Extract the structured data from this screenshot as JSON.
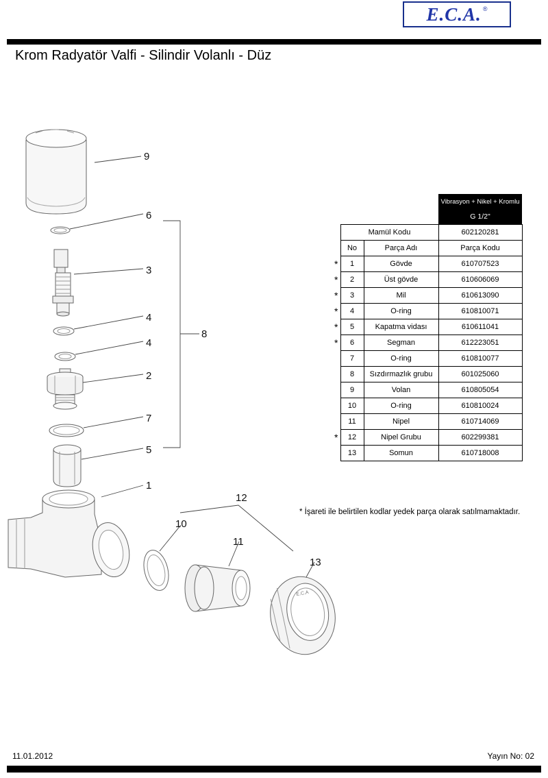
{
  "header": {
    "logo_text": "E.C.A.",
    "logo_reg": "®",
    "title": "Krom Radyatör Valfi - Silindir Volanlı - Düz"
  },
  "table": {
    "variant_header": "Vibrasyon + Nikel + Kromlu",
    "size_header": "G 1/2\"",
    "product_code_label": "Mamül Kodu",
    "product_code_value": "602120281",
    "columns": {
      "no": "No",
      "name": "Parça Adı",
      "code": "Parça Kodu"
    },
    "rows": [
      {
        "star": "*",
        "no": "1",
        "name": "Gövde",
        "code": "610707523"
      },
      {
        "star": "*",
        "no": "2",
        "name": "Üst gövde",
        "code": "610606069"
      },
      {
        "star": "*",
        "no": "3",
        "name": "Mil",
        "code": "610613090"
      },
      {
        "star": "*",
        "no": "4",
        "name": "O-ring",
        "code": "610810071"
      },
      {
        "star": "*",
        "no": "5",
        "name": "Kapatma vidası",
        "code": "610611041"
      },
      {
        "star": "*",
        "no": "6",
        "name": "Segman",
        "code": "612223051"
      },
      {
        "star": "",
        "no": "7",
        "name": "O-ring",
        "code": "610810077"
      },
      {
        "star": "",
        "no": "8",
        "name": "Sızdırmazlık grubu",
        "code": "601025060"
      },
      {
        "star": "",
        "no": "9",
        "name": "Volan",
        "code": "610805054"
      },
      {
        "star": "",
        "no": "10",
        "name": "O-ring",
        "code": "610810024"
      },
      {
        "star": "",
        "no": "11",
        "name": "Nipel",
        "code": "610714069"
      },
      {
        "star": "*",
        "no": "12",
        "name": "Nipel Grubu",
        "code": "602299381"
      },
      {
        "star": "",
        "no": "13",
        "name": "Somun",
        "code": "610718008"
      }
    ]
  },
  "note": "* İşareti ile belirtilen kodlar yedek parça olarak satılmamaktadır.",
  "diagram": {
    "callouts": {
      "c1": "1",
      "c2": "2",
      "c3": "3",
      "c4a": "4",
      "c4b": "4",
      "c5": "5",
      "c6": "6",
      "c7": "7",
      "c8": "8",
      "c9": "9",
      "c10": "10",
      "c11": "11",
      "c12": "12",
      "c13": "13"
    },
    "nut_marking": "E.C.A"
  },
  "footer": {
    "date": "11.01.2012",
    "issue": "Yayın No: 02"
  },
  "colors": {
    "logo_blue": "#2136a8",
    "bar_black": "#000000"
  }
}
